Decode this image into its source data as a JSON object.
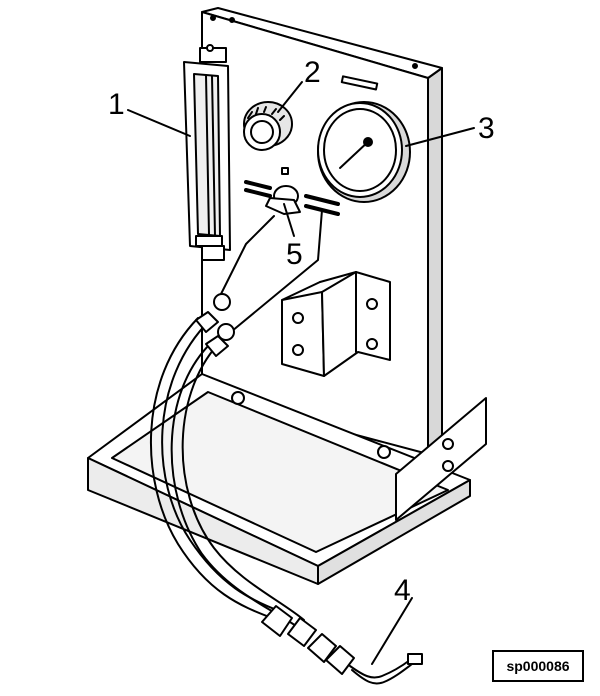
{
  "callouts": {
    "c1": "1",
    "c2": "2",
    "c3": "3",
    "c4": "4",
    "c5": "5"
  },
  "reference": "sp000086"
}
